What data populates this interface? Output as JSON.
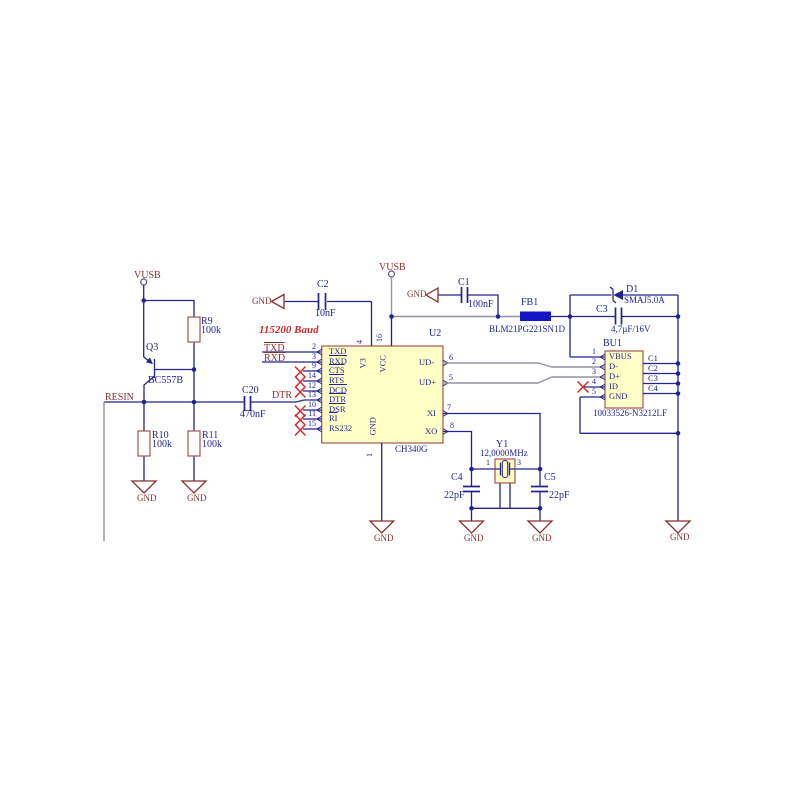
{
  "net": {
    "vusb": "VUSB",
    "gnd": "GND",
    "resin": "RESIN",
    "txd": "TXD",
    "rxd": "RXD",
    "dtr": "DTR"
  },
  "note": {
    "baud": "115200 Baud"
  },
  "parts": {
    "q3": {
      "ref": "Q3",
      "val": "BC557B"
    },
    "r9": {
      "ref": "R9",
      "val": "100k"
    },
    "r10": {
      "ref": "R10",
      "val": "100k"
    },
    "r11": {
      "ref": "R11",
      "val": "100k"
    },
    "c20": {
      "ref": "C20",
      "val": "470nF"
    },
    "c2": {
      "ref": "C2",
      "val": "10nF"
    },
    "c1": {
      "ref": "C1",
      "val": "100nF"
    },
    "fb1": {
      "ref": "FB1",
      "val": "BLM21PG221SN1D"
    },
    "d1": {
      "ref": "D1",
      "val": "SMAJ5.0A"
    },
    "c3": {
      "ref": "C3",
      "val": "4,7µF/16V"
    },
    "c4": {
      "ref": "C4",
      "val": "22pF"
    },
    "c5": {
      "ref": "C5",
      "val": "22pF"
    },
    "y1": {
      "ref": "Y1",
      "val": "12,0000MHz",
      "pin1": "1",
      "pin3": "3"
    },
    "u2": {
      "ref": "U2",
      "val": "CH340G",
      "left": [
        {
          "n": "2",
          "t": "TXD"
        },
        {
          "n": "3",
          "t": "RXD"
        },
        {
          "n": "9",
          "t": "CTS"
        },
        {
          "n": "14",
          "t": "RTS"
        },
        {
          "n": "12",
          "t": "DCD"
        },
        {
          "n": "13",
          "t": "DTR"
        },
        {
          "n": "10",
          "t": "DSR"
        },
        {
          "n": "11",
          "t": "RI"
        },
        {
          "n": "15",
          "t": "RS232"
        }
      ],
      "right": [
        {
          "n": "6",
          "t": "UD-"
        },
        {
          "n": "5",
          "t": "UD+"
        },
        {
          "n": "7",
          "t": "XI"
        },
        {
          "n": "8",
          "t": "XO"
        }
      ],
      "top": [
        {
          "n": "4",
          "t": "V3"
        },
        {
          "n": "16",
          "t": "VCC"
        }
      ],
      "bottom": [
        {
          "n": "1",
          "t": "GND"
        }
      ]
    },
    "bu1": {
      "ref": "BU1",
      "val": "10033526-N3212LF",
      "pins": [
        {
          "n": "1",
          "t": "VBUS"
        },
        {
          "n": "2",
          "t": "D-"
        },
        {
          "n": "3",
          "t": "D+"
        },
        {
          "n": "4",
          "t": "ID"
        },
        {
          "n": "5",
          "t": "GND"
        }
      ],
      "shield": [
        "C1",
        "C2",
        "C3",
        "C4"
      ]
    }
  },
  "colors": {
    "wire": "#23238f",
    "gray_wire": "#9494a6",
    "net_label": "#8b2f2f",
    "part_label": "#20249a",
    "accent_red": "#d42a2a",
    "chip_fill": "#ffffc6",
    "chip_border": "#a85454",
    "ferrite_blue": "#1515c8",
    "background": "#ffffff"
  }
}
